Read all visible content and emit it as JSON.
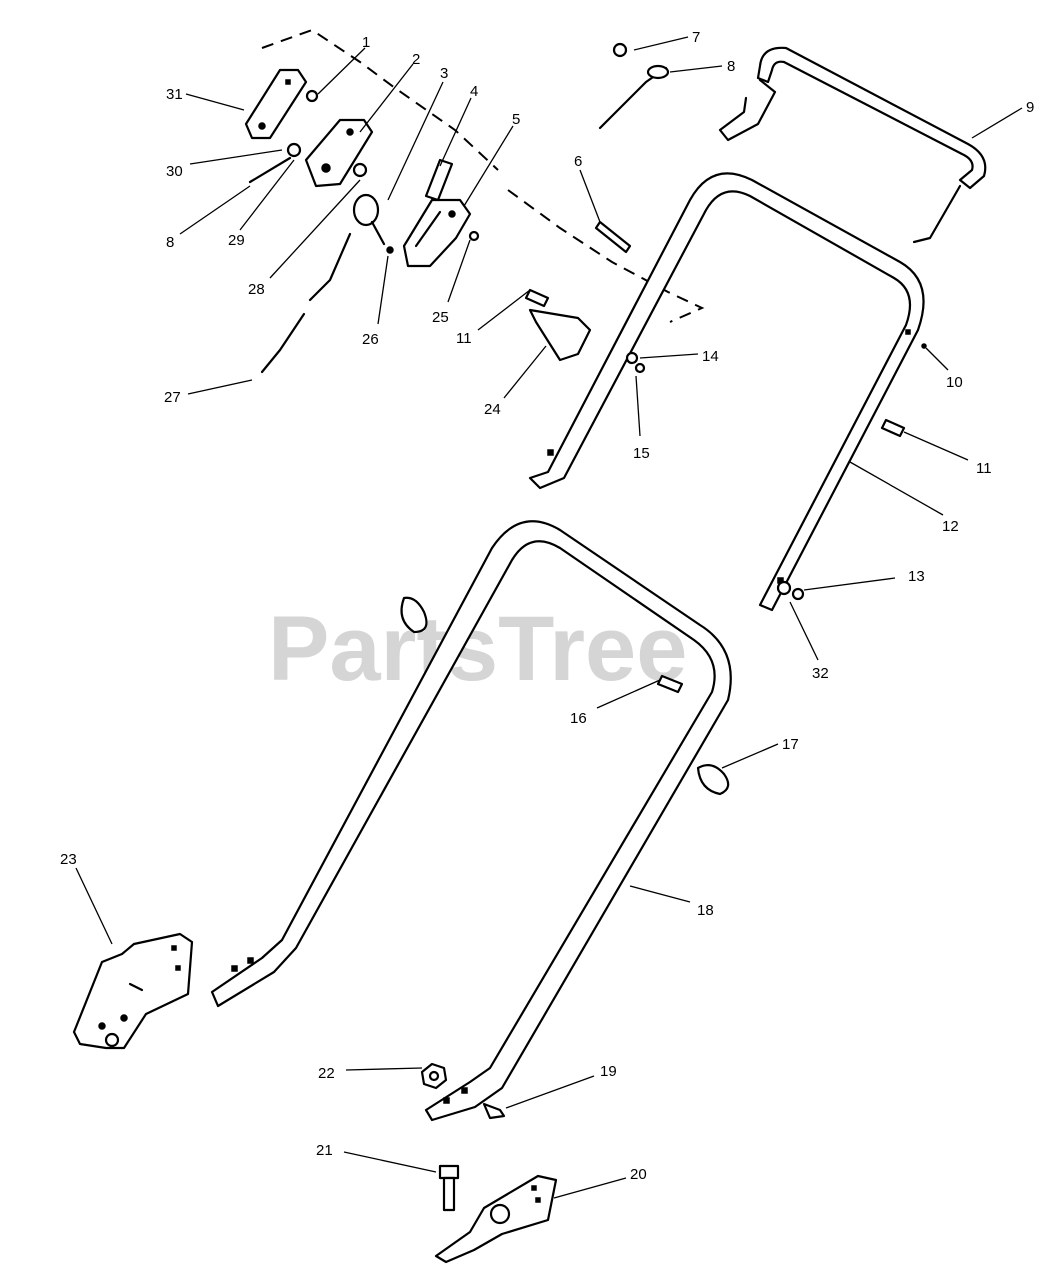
{
  "watermark": {
    "text": "PartsTree",
    "mark": "™",
    "color": "#c8c8c8"
  },
  "callouts": [
    {
      "id": "c1",
      "number": "1"
    },
    {
      "id": "c2",
      "number": "2"
    },
    {
      "id": "c3",
      "number": "3"
    },
    {
      "id": "c4",
      "number": "4"
    },
    {
      "id": "c5",
      "number": "5"
    },
    {
      "id": "c6",
      "number": "6"
    },
    {
      "id": "c7",
      "number": "7"
    },
    {
      "id": "c8a",
      "number": "8"
    },
    {
      "id": "c8b",
      "number": "8"
    },
    {
      "id": "c9",
      "number": "9"
    },
    {
      "id": "c10",
      "number": "10"
    },
    {
      "id": "c11a",
      "number": "11"
    },
    {
      "id": "c11b",
      "number": "11"
    },
    {
      "id": "c12",
      "number": "12"
    },
    {
      "id": "c13",
      "number": "13"
    },
    {
      "id": "c14",
      "number": "14"
    },
    {
      "id": "c15",
      "number": "15"
    },
    {
      "id": "c16",
      "number": "16"
    },
    {
      "id": "c17",
      "number": "17"
    },
    {
      "id": "c18",
      "number": "18"
    },
    {
      "id": "c19",
      "number": "19"
    },
    {
      "id": "c20",
      "number": "20"
    },
    {
      "id": "c21",
      "number": "21"
    },
    {
      "id": "c22",
      "number": "22"
    },
    {
      "id": "c23",
      "number": "23"
    },
    {
      "id": "c24",
      "number": "24"
    },
    {
      "id": "c25",
      "number": "25"
    },
    {
      "id": "c26",
      "number": "26"
    },
    {
      "id": "c27",
      "number": "27"
    },
    {
      "id": "c28",
      "number": "28"
    },
    {
      "id": "c29",
      "number": "29"
    },
    {
      "id": "c30",
      "number": "30"
    },
    {
      "id": "c31",
      "number": "31"
    },
    {
      "id": "c32",
      "number": "32"
    }
  ]
}
